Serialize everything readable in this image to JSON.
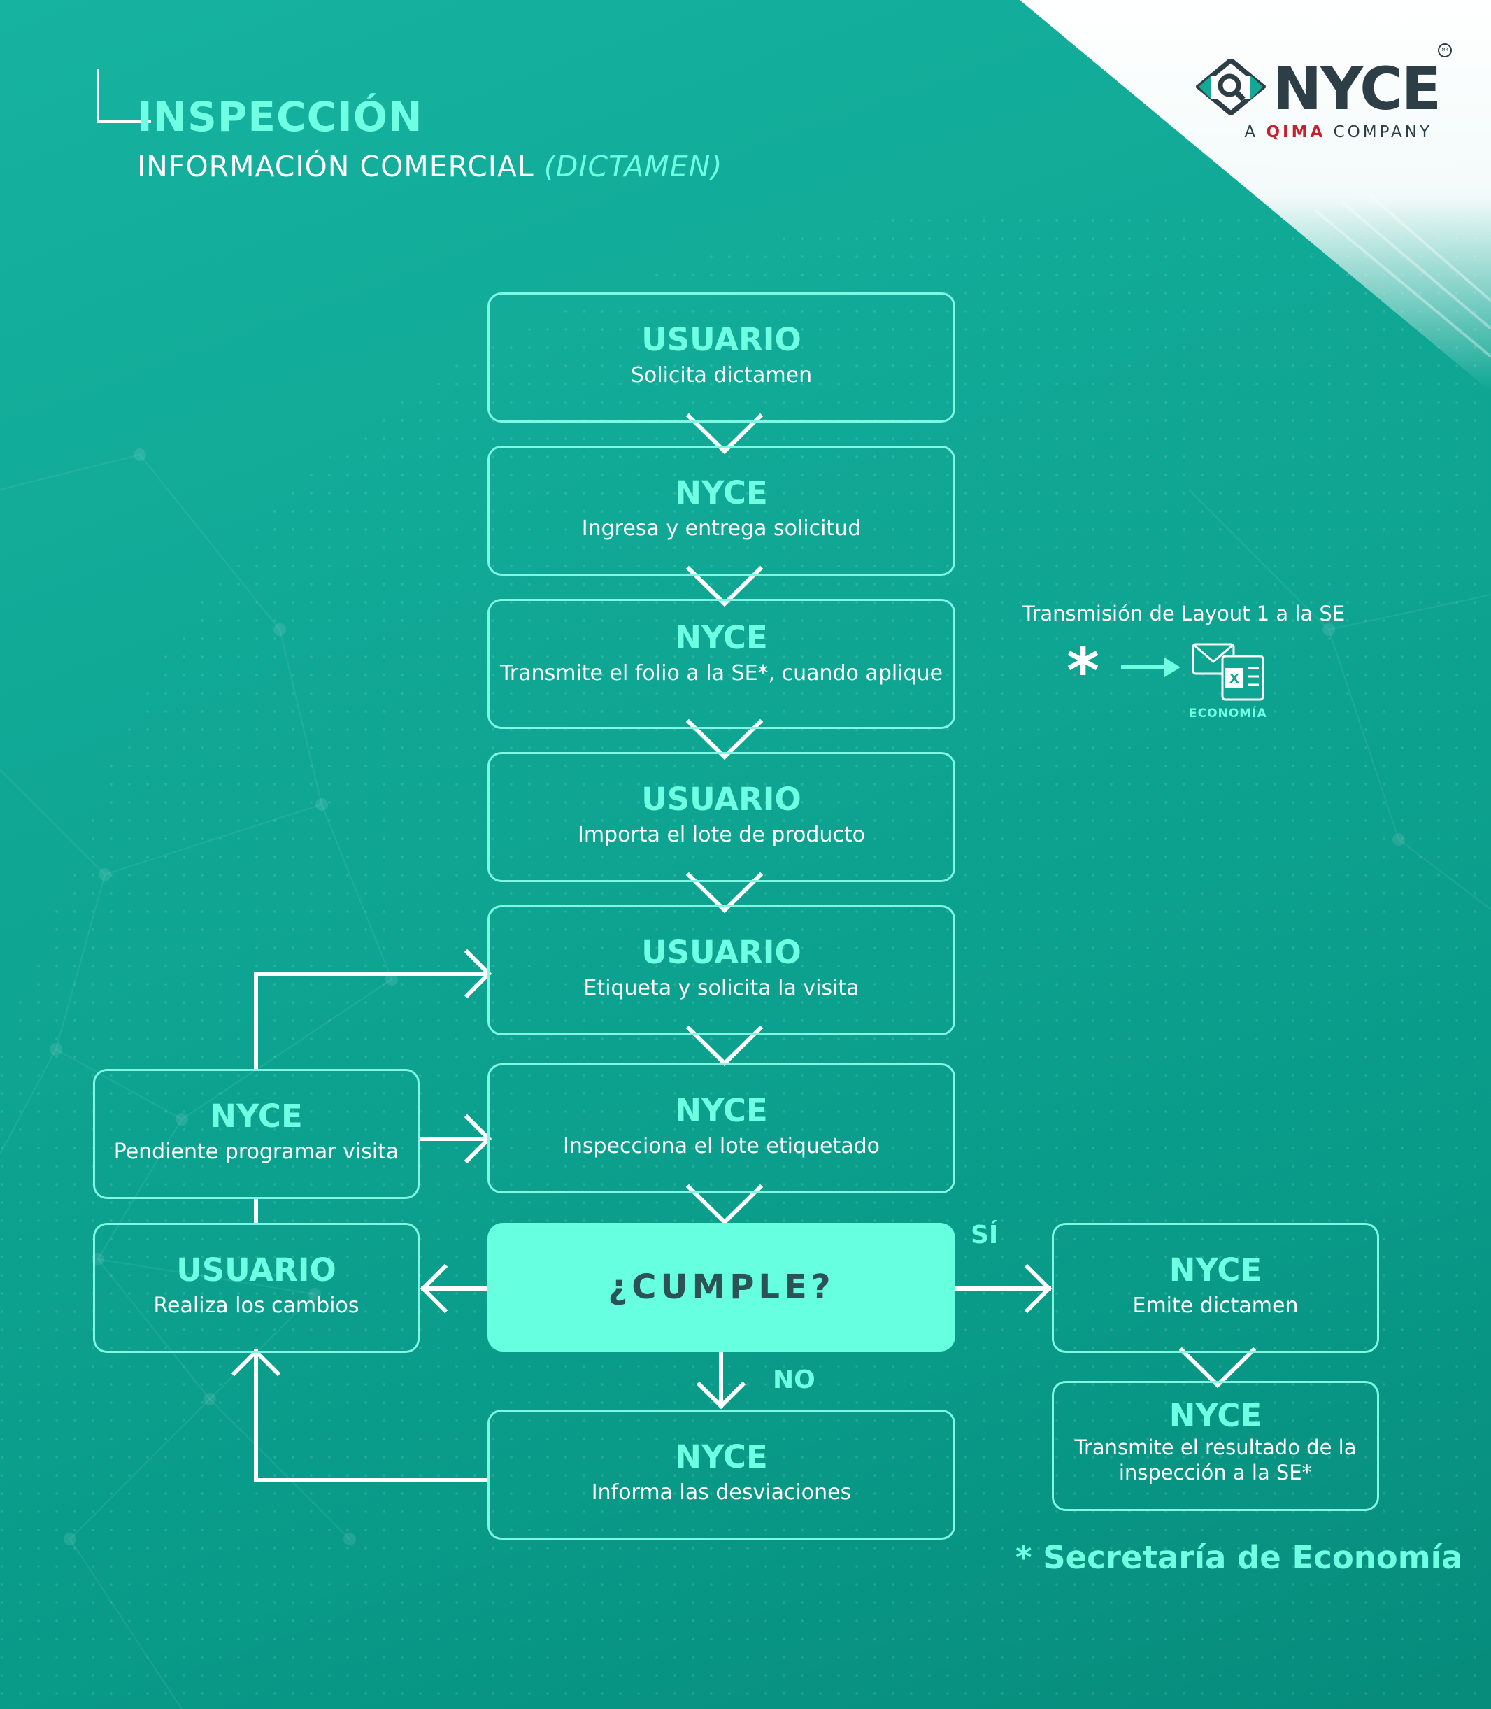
{
  "header": {
    "title": "INSPECCIÓN",
    "subtitle": "INFORMACIÓN COMERCIAL",
    "subtitle_italic": "(DICTAMEN)"
  },
  "logo": {
    "brand": "NYCE",
    "registered": "MR",
    "tagline_prefix": "A",
    "tagline_qima": "QIMA",
    "tagline_suffix": "COMPANY"
  },
  "flow": {
    "steps": [
      {
        "role": "USUARIO",
        "desc": "Solicita dictamen"
      },
      {
        "role": "NYCE",
        "desc": "Ingresa y entrega solicitud"
      },
      {
        "role": "NYCE",
        "desc": "Transmite el folio a la SE*, cuando aplique"
      },
      {
        "role": "USUARIO",
        "desc": "Importa el lote de producto"
      },
      {
        "role": "USUARIO",
        "desc": "Etiqueta y solicita la visita"
      },
      {
        "role": "NYCE",
        "desc": "Inspecciona el lote etiquetado"
      }
    ],
    "decision": "¿CUMPLE?",
    "yes_label": "SÍ",
    "no_label": "NO",
    "pending": {
      "role": "NYCE",
      "desc": "Pendiente programar visita"
    },
    "changes": {
      "role": "USUARIO",
      "desc": "Realiza los cambios"
    },
    "deviations": {
      "role": "NYCE",
      "desc": "Informa las desviaciones"
    },
    "issue": {
      "role": "NYCE",
      "desc": "Emite dictamen"
    },
    "transmit_result": {
      "role": "NYCE",
      "desc": "Transmite el resultado de la inspección a la SE*"
    }
  },
  "transmission": {
    "label": "Transmisión de Layout 1 a la SE",
    "asterisk": "*",
    "icon_label": "ECONOMÍA"
  },
  "footnote": "* Secretaría de Economía",
  "colors": {
    "background": "#0ea592",
    "accent": "#6fffe3",
    "decision_fill": "#66ffe0",
    "border": "#7ff7e3",
    "logo_dark": "#2e3e47",
    "qima_red": "#c8202f"
  }
}
